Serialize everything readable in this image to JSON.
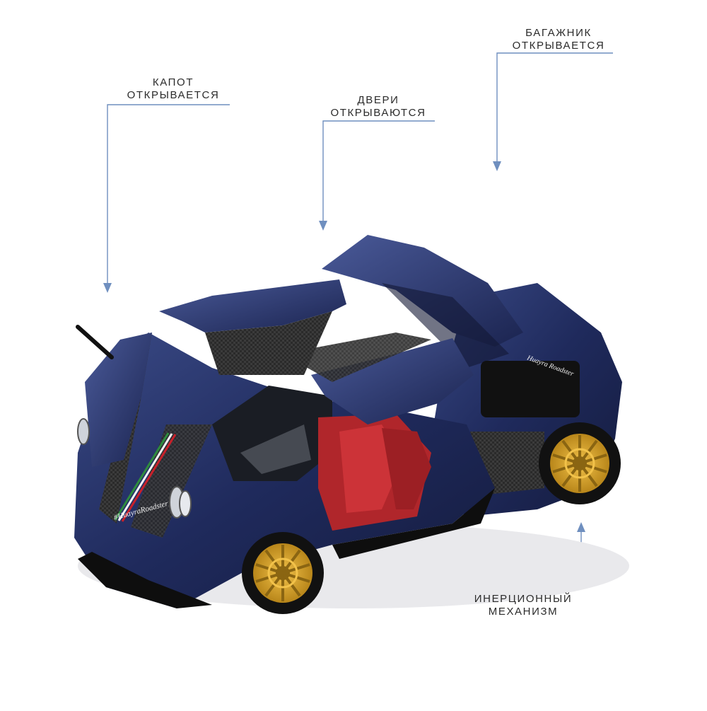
{
  "annotations": {
    "hood": {
      "line1": "КАПОТ",
      "line2": "ОТКРЫВАЕТСЯ"
    },
    "doors": {
      "line1": "ДВЕРИ",
      "line2": "ОТКРЫВАЮТСЯ"
    },
    "trunk": {
      "line1": "БАГАЖНИК",
      "line2": "ОТКРЫВАЕТСЯ"
    },
    "inertia": {
      "line1": "ИНЕРЦИОННЫЙ",
      "line2": "МЕХАНИЗМ"
    }
  },
  "car": {
    "badge_front": "#HuayraRoadster",
    "badge_side": "Huayra Roadster"
  },
  "colors": {
    "callout_line": "#6f8fbf",
    "label_text": "#2b2b2b",
    "body_blue": "#1f2a5c",
    "carbon": "#3a3a3a",
    "interior_red": "#b0262b",
    "wheel_gold": "#d9a521"
  }
}
